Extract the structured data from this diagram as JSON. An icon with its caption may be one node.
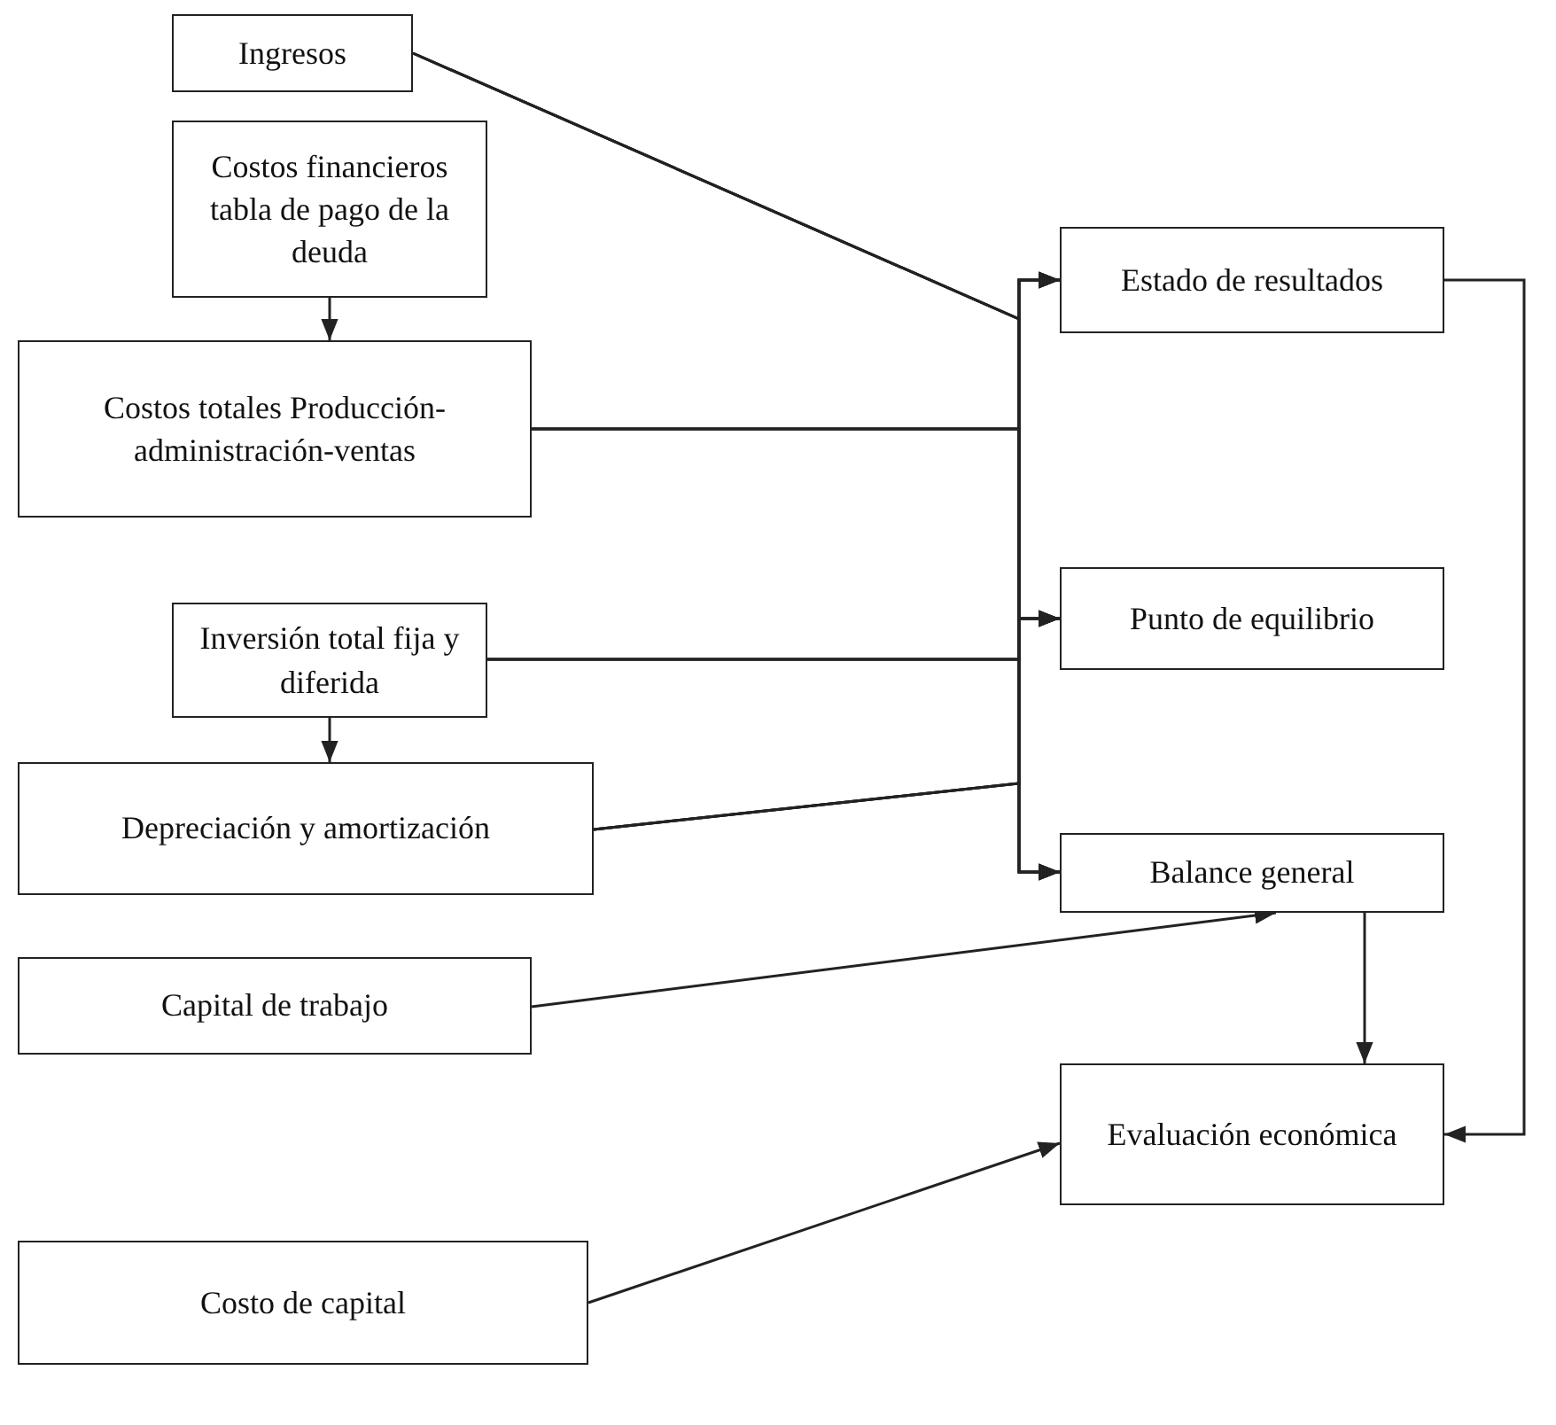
{
  "diagram": {
    "nodes": [
      {
        "text": [
          "Ingresos"
        ]
      },
      {
        "text": [
          "Costos financieros tabla de pago de la deuda"
        ]
      },
      {
        "text": [
          "Costos totales Producción-administración-ventas"
        ]
      },
      {
        "text": [
          "Inversión total fija y diferida"
        ]
      },
      {
        "text": [
          "Depreciación y amortización"
        ]
      },
      {
        "text": [
          "Capital de trabajo"
        ]
      },
      {
        "text": [
          "Costo de capital"
        ]
      },
      {
        "text": [
          "Estado de resultados"
        ]
      },
      {
        "text": [
          "Punto de equilibrio"
        ]
      },
      {
        "text": [
          "Balance general"
        ]
      },
      {
        "text": [
          "Evaluación económica"
        ]
      }
    ],
    "edges": [
      {
        "from": 1,
        "to": 2,
        "arrow": "to"
      },
      {
        "from": 3,
        "to": 4,
        "arrow": "to"
      },
      {
        "from": 0,
        "to": 7,
        "arrow": "to"
      },
      {
        "from": 0,
        "to": 8,
        "arrow": "to"
      },
      {
        "from": 0,
        "to": 9,
        "arrow": "to"
      },
      {
        "from": 2,
        "to": 7,
        "arrow": "to"
      },
      {
        "from": 2,
        "to": 8,
        "arrow": "to"
      },
      {
        "from": 2,
        "to": 9,
        "arrow": "to"
      },
      {
        "from": 3,
        "to": 7,
        "arrow": "to"
      },
      {
        "from": 3,
        "to": 8,
        "arrow": "to"
      },
      {
        "from": 3,
        "to": 9,
        "arrow": "to"
      },
      {
        "from": 4,
        "to": 7,
        "arrow": "to"
      },
      {
        "from": 4,
        "to": 8,
        "arrow": "to"
      },
      {
        "from": 4,
        "to": 9,
        "arrow": "to"
      },
      {
        "from": 5,
        "to": 9,
        "arrow": "to"
      },
      {
        "from": 9,
        "to": 10,
        "arrow": "to"
      },
      {
        "from": 6,
        "to": 10,
        "arrow": "to"
      },
      {
        "from": 7,
        "to": 10,
        "arrow": "to"
      }
    ]
  }
}
